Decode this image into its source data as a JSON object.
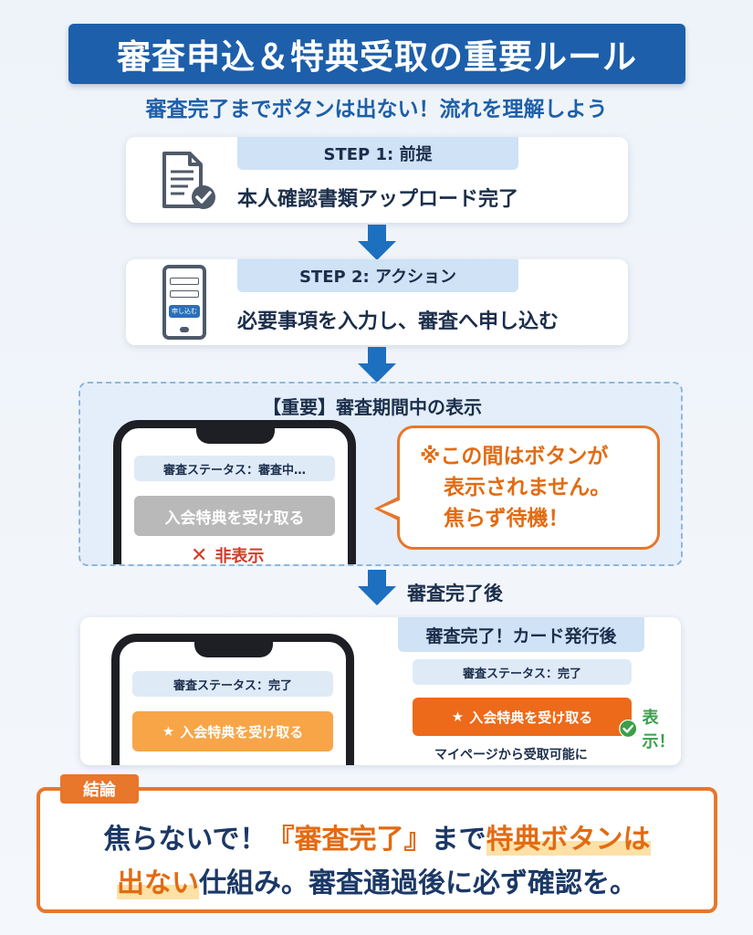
{
  "title": "審査申込＆特典受取の重要ルール",
  "subtitle": "審査完了までボタンは出ない！流れを理解しよう",
  "step1": {
    "label": "STEP 1: 前提",
    "text": "本人確認書類アップロード完了",
    "icon": "document-check-icon"
  },
  "step2": {
    "label": "STEP 2: アクション",
    "text": "必要事項を入力し、審査へ申し込む",
    "icon": "smartphone-form-icon",
    "phone_button": "申し込む"
  },
  "important": {
    "title": "【重要】審査期間中の表示",
    "status": "審査ステータス：審査中…",
    "button": "入会特典を受け取る",
    "hidden_label": "非表示",
    "bubble_line1": "※この間はボタンが",
    "bubble_line2": "表示されません。",
    "bubble_line3": "焦らず待機！"
  },
  "after": {
    "arrow_label": "審査完了後",
    "header": "審査完了！カード発行後",
    "status_left": "審査ステータス：完了",
    "button_left": "入会特典を受け取る",
    "status_right": "審査ステータス：完了",
    "button_right": "入会特典を受け取る",
    "shown_label": "表示！",
    "caption": "マイページから受取可能に"
  },
  "conclusion": {
    "tag": "結論",
    "p1": "焦らないで！",
    "p2": "『審査完了』",
    "p3": "まで",
    "p4": "特典ボタンは",
    "p5": "出ない",
    "p6": "仕組み。審査通過後に必ず確認を。"
  },
  "colors": {
    "primary_blue": "#1d5faa",
    "accent_orange": "#e8762b",
    "button_orange": "#f8a548",
    "disabled_gray": "#b9b9b9",
    "success_green": "#3aa04a"
  }
}
